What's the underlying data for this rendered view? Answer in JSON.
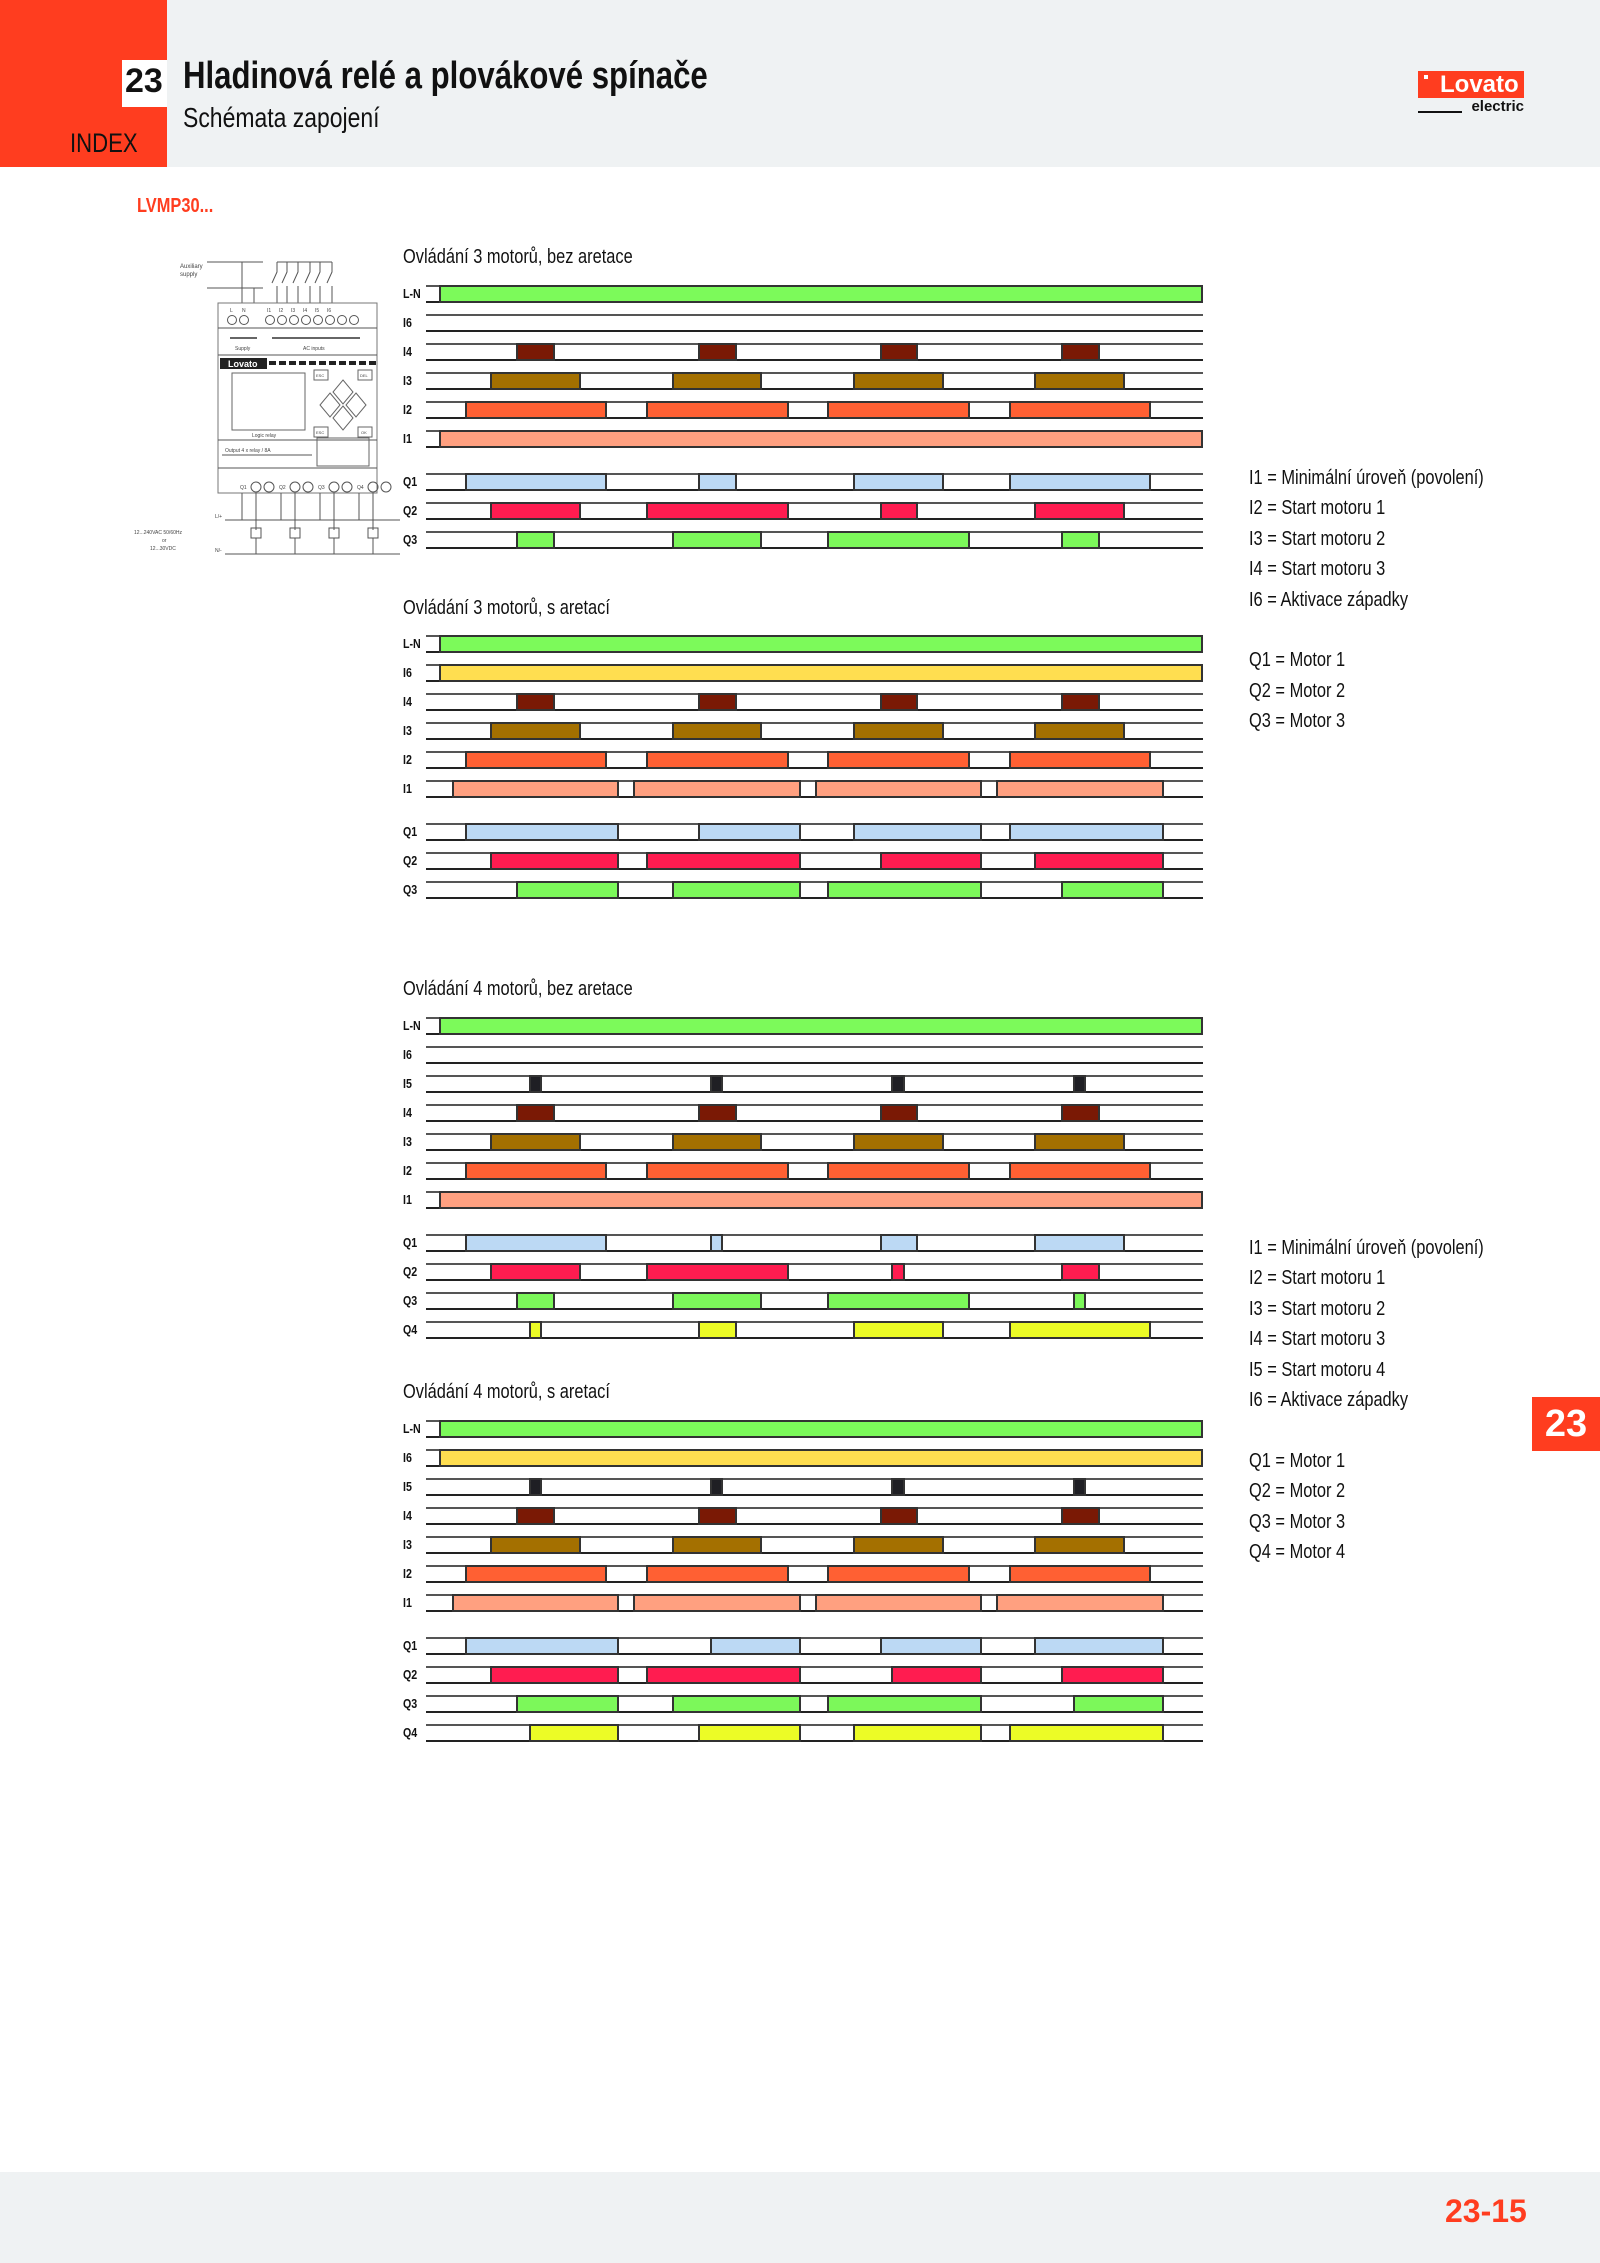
{
  "header": {
    "chapter_number": "23",
    "index_label": "INDEX",
    "title": "Hladinová relé a plovákové spínače",
    "subtitle": "Schémata zapojení",
    "logo_text": "Lovato",
    "logo_subtext": "electric"
  },
  "model": "LVMP30...",
  "diagram": {
    "aux_supply": [
      "Auxiliary",
      "supply"
    ],
    "terminals_top": [
      "L",
      "N",
      "I1",
      "I2",
      "I3",
      "I4",
      "I5",
      "I6"
    ],
    "supply_label": "Supply",
    "inputs_label": "AC inputs",
    "brand": "Lovato",
    "keys": [
      "ESC",
      "DEL",
      "ESC",
      "OK"
    ],
    "device_label": "Logic relay",
    "output_label": "Output 4 x relay / 8A",
    "terminals_bottom": [
      "Q1",
      "Q2",
      "Q3",
      "Q4"
    ],
    "line_pos": "L/+",
    "line_neg": "N/-",
    "voltage": [
      "12...240VAC 50/60Hz",
      "or",
      "12...30VDC"
    ]
  },
  "colors": {
    "L-N": "#7cfa5a",
    "I6": "#ffde50",
    "I5": "#1f1f24",
    "I4": "#7a1905",
    "I3": "#a47000",
    "I2": "#ff6033",
    "I1": "#ffa080",
    "Q1": "#bcd9f4",
    "Q2": "#ff1c50",
    "Q3": "#7cf85a",
    "Q4": "#ecfc26",
    "accent": "#ff3d1f"
  },
  "chart_data": [
    {
      "type": "timing",
      "title": "Ovládání 3 motorů, bez aretace",
      "x_range": [
        0,
        100
      ],
      "signals": [
        {
          "name": "L-N",
          "on": [
            [
              1.7,
              100
            ]
          ]
        },
        {
          "name": "I6",
          "on": []
        },
        {
          "name": "I4",
          "on": [
            [
              11.6,
              16.6
            ],
            [
              35.0,
              40.0
            ],
            [
              58.4,
              63.3
            ],
            [
              81.7,
              86.7
            ]
          ]
        },
        {
          "name": "I3",
          "on": [
            [
              8.3,
              19.9
            ],
            [
              31.6,
              43.3
            ],
            [
              55.0,
              66.7
            ],
            [
              78.3,
              90.0
            ]
          ]
        },
        {
          "name": "I2",
          "on": [
            [
              5.0,
              23.3
            ],
            [
              28.3,
              46.7
            ],
            [
              51.6,
              70.0
            ],
            [
              75.0,
              93.3
            ]
          ]
        },
        {
          "name": "I1",
          "on": [
            [
              1.7,
              100
            ]
          ]
        },
        {
          "name": "Q1",
          "on": [
            [
              5.0,
              23.3
            ],
            [
              35.0,
              40.0
            ],
            [
              55.0,
              66.7
            ],
            [
              75.0,
              93.3
            ]
          ]
        },
        {
          "name": "Q2",
          "on": [
            [
              8.3,
              19.9
            ],
            [
              28.3,
              46.7
            ],
            [
              58.4,
              63.3
            ],
            [
              78.3,
              90.0
            ]
          ]
        },
        {
          "name": "Q3",
          "on": [
            [
              11.6,
              16.6
            ],
            [
              31.6,
              43.3
            ],
            [
              51.6,
              70.0
            ],
            [
              81.7,
              86.7
            ]
          ]
        }
      ]
    },
    {
      "type": "timing",
      "title": "Ovládání 3 motorů, s aretací",
      "x_range": [
        0,
        100
      ],
      "signals": [
        {
          "name": "L-N",
          "on": [
            [
              1.7,
              100
            ]
          ]
        },
        {
          "name": "I6",
          "on": [
            [
              1.7,
              100
            ]
          ]
        },
        {
          "name": "I4",
          "on": [
            [
              11.6,
              16.6
            ],
            [
              35.0,
              40.0
            ],
            [
              58.4,
              63.3
            ],
            [
              81.7,
              86.7
            ]
          ]
        },
        {
          "name": "I3",
          "on": [
            [
              8.3,
              19.9
            ],
            [
              31.6,
              43.3
            ],
            [
              55.0,
              66.7
            ],
            [
              78.3,
              90.0
            ]
          ]
        },
        {
          "name": "I2",
          "on": [
            [
              5.0,
              23.3
            ],
            [
              28.3,
              46.7
            ],
            [
              51.6,
              70.0
            ],
            [
              75.0,
              93.3
            ]
          ]
        },
        {
          "name": "I1",
          "on": [
            [
              3.3,
              24.9
            ],
            [
              26.6,
              48.3
            ],
            [
              50.0,
              71.6
            ],
            [
              73.3,
              95.0
            ]
          ]
        },
        {
          "name": "Q1",
          "on": [
            [
              5.0,
              24.9
            ],
            [
              35.0,
              48.3
            ],
            [
              55.0,
              71.6
            ],
            [
              75.0,
              95.0
            ]
          ]
        },
        {
          "name": "Q2",
          "on": [
            [
              8.3,
              24.9
            ],
            [
              28.3,
              48.3
            ],
            [
              58.4,
              71.6
            ],
            [
              78.3,
              95.0
            ]
          ]
        },
        {
          "name": "Q3",
          "on": [
            [
              11.6,
              24.9
            ],
            [
              31.6,
              48.3
            ],
            [
              51.6,
              71.6
            ],
            [
              81.7,
              95.0
            ]
          ]
        }
      ]
    },
    {
      "type": "timing",
      "title": "Ovládání 4 motorů, bez aretace",
      "x_range": [
        0,
        100
      ],
      "signals": [
        {
          "name": "L-N",
          "on": [
            [
              1.7,
              100
            ]
          ]
        },
        {
          "name": "I6",
          "on": []
        },
        {
          "name": "I5",
          "on": [
            [
              13.2,
              14.9
            ],
            [
              36.5,
              38.2
            ],
            [
              59.9,
              61.6
            ],
            [
              83.3,
              85.0
            ]
          ]
        },
        {
          "name": "I4",
          "on": [
            [
              11.6,
              16.6
            ],
            [
              35.0,
              40.0
            ],
            [
              58.4,
              63.3
            ],
            [
              81.7,
              86.7
            ]
          ]
        },
        {
          "name": "I3",
          "on": [
            [
              8.3,
              19.9
            ],
            [
              31.6,
              43.3
            ],
            [
              55.0,
              66.7
            ],
            [
              78.3,
              90.0
            ]
          ]
        },
        {
          "name": "I2",
          "on": [
            [
              5.0,
              23.3
            ],
            [
              28.3,
              46.7
            ],
            [
              51.6,
              70.0
            ],
            [
              75.0,
              93.3
            ]
          ]
        },
        {
          "name": "I1",
          "on": [
            [
              1.7,
              100
            ]
          ]
        },
        {
          "name": "Q1",
          "on": [
            [
              5.0,
              23.3
            ],
            [
              36.5,
              38.2
            ],
            [
              58.4,
              63.3
            ],
            [
              78.3,
              90.0
            ]
          ]
        },
        {
          "name": "Q2",
          "on": [
            [
              8.3,
              19.9
            ],
            [
              28.3,
              46.7
            ],
            [
              59.9,
              61.6
            ],
            [
              81.7,
              86.7
            ]
          ]
        },
        {
          "name": "Q3",
          "on": [
            [
              11.6,
              16.6
            ],
            [
              31.6,
              43.3
            ],
            [
              51.6,
              70.0
            ],
            [
              83.3,
              85.0
            ]
          ]
        },
        {
          "name": "Q4",
          "on": [
            [
              13.2,
              14.9
            ],
            [
              35.0,
              40.0
            ],
            [
              55.0,
              66.7
            ],
            [
              75.0,
              93.3
            ]
          ]
        }
      ]
    },
    {
      "type": "timing",
      "title": "Ovládání 4 motorů, s aretací",
      "x_range": [
        0,
        100
      ],
      "signals": [
        {
          "name": "L-N",
          "on": [
            [
              1.7,
              100
            ]
          ]
        },
        {
          "name": "I6",
          "on": [
            [
              1.7,
              100
            ]
          ]
        },
        {
          "name": "I5",
          "on": [
            [
              13.2,
              14.9
            ],
            [
              36.5,
              38.2
            ],
            [
              59.9,
              61.6
            ],
            [
              83.3,
              85.0
            ]
          ]
        },
        {
          "name": "I4",
          "on": [
            [
              11.6,
              16.6
            ],
            [
              35.0,
              40.0
            ],
            [
              58.4,
              63.3
            ],
            [
              81.7,
              86.7
            ]
          ]
        },
        {
          "name": "I3",
          "on": [
            [
              8.3,
              19.9
            ],
            [
              31.6,
              43.3
            ],
            [
              55.0,
              66.7
            ],
            [
              78.3,
              90.0
            ]
          ]
        },
        {
          "name": "I2",
          "on": [
            [
              5.0,
              23.3
            ],
            [
              28.3,
              46.7
            ],
            [
              51.6,
              70.0
            ],
            [
              75.0,
              93.3
            ]
          ]
        },
        {
          "name": "I1",
          "on": [
            [
              3.3,
              24.9
            ],
            [
              26.6,
              48.3
            ],
            [
              50.0,
              71.6
            ],
            [
              73.3,
              95.0
            ]
          ]
        },
        {
          "name": "Q1",
          "on": [
            [
              5.0,
              24.9
            ],
            [
              36.5,
              48.3
            ],
            [
              58.4,
              71.6
            ],
            [
              78.3,
              95.0
            ]
          ]
        },
        {
          "name": "Q2",
          "on": [
            [
              8.3,
              24.9
            ],
            [
              28.3,
              48.3
            ],
            [
              59.9,
              71.6
            ],
            [
              81.7,
              95.0
            ]
          ]
        },
        {
          "name": "Q3",
          "on": [
            [
              11.6,
              24.9
            ],
            [
              31.6,
              48.3
            ],
            [
              51.6,
              71.6
            ],
            [
              83.3,
              95.0
            ]
          ]
        },
        {
          "name": "Q4",
          "on": [
            [
              13.2,
              24.9
            ],
            [
              35.0,
              48.3
            ],
            [
              55.0,
              71.6
            ],
            [
              75.0,
              95.0
            ]
          ]
        }
      ]
    }
  ],
  "legend_3_motors": {
    "inputs": [
      "I1 = Minimální úroveň (povolení)",
      "I2 = Start motoru 1",
      "I3 = Start motoru 2",
      "I4 = Start motoru 3",
      "I6 = Aktivace západky"
    ],
    "outputs": [
      "Q1 = Motor 1",
      "Q2 = Motor 2",
      "Q3 = Motor 3"
    ]
  },
  "legend_4_motors": {
    "inputs": [
      "I1 = Minimální úroveň (povolení)",
      "I2 = Start motoru 1",
      "I3 = Start motoru 2",
      "I4 = Start motoru 3",
      "I5 = Start motoru 4",
      "I6 = Aktivace západky"
    ],
    "outputs": [
      "Q1 = Motor 1",
      "Q2 = Motor 2",
      "Q3 = Motor 3",
      "Q4 = Motor 4"
    ]
  },
  "side_tab": "23",
  "footer": {
    "page_number": "23-15"
  }
}
